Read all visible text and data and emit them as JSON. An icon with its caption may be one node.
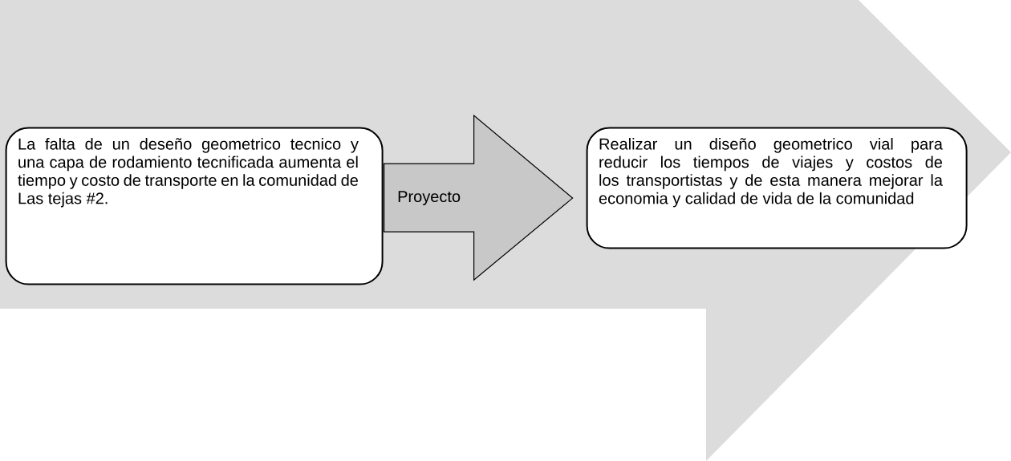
{
  "diagram": {
    "nodes": [
      {
        "text": [],
        "shape": "arrow"
      },
      {
        "text": [
          "La falta de un deseño geometrico tecnico y una capa de rodamiento tecnificada aumenta el tiempo y costo de transporte en la comunidad de Las tejas #2."
        ],
        "in": 0
      },
      {
        "text": [
          "Realizar un diseño geometrico vial para reducir los tiempos de viajes y costos de los transportistas y de esta manera mejorar la economia y calidad de vida de la comunidad"
        ],
        "in": 0
      }
    ],
    "edges": [
      {
        "from": 1,
        "to": 2,
        "arrow": "to",
        "label": "Proyecto"
      }
    ]
  }
}
